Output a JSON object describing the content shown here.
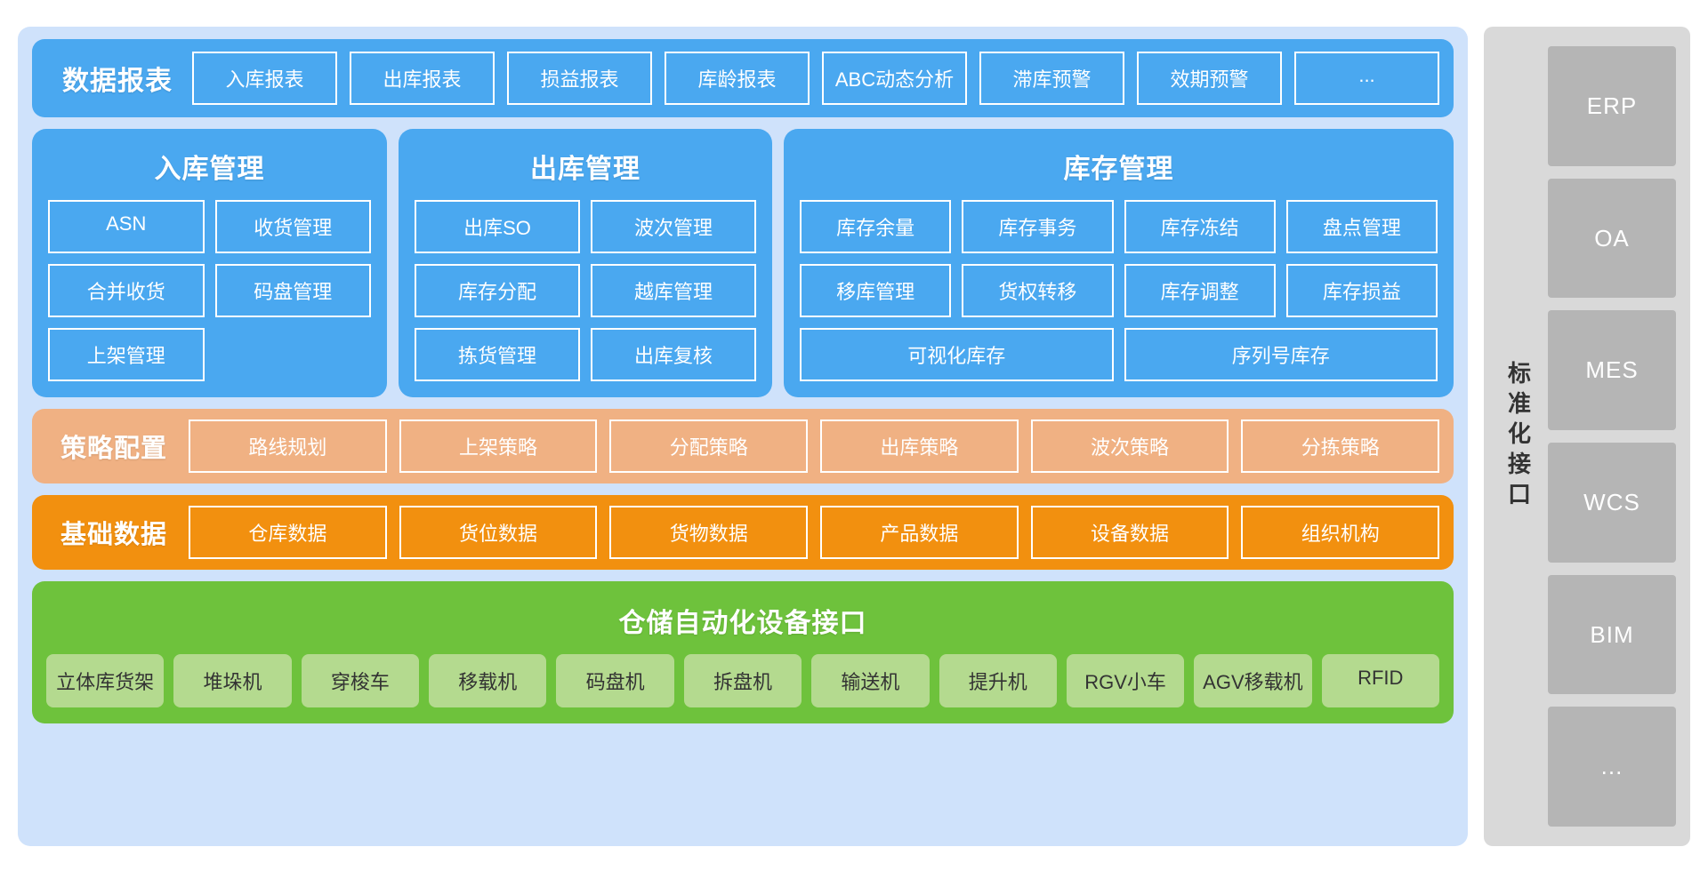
{
  "diagram": {
    "reports": {
      "title": "数据报表",
      "items": [
        "入库报表",
        "出库报表",
        "损益报表",
        "库龄报表",
        "ABC动态分析",
        "滞库预警",
        "效期预警",
        "..."
      ]
    },
    "management": [
      {
        "id": "inbound",
        "title": "入库管理",
        "items": [
          "ASN",
          "收货管理",
          "合并收货",
          "码盘管理",
          "上架管理",
          ""
        ]
      },
      {
        "id": "outbound",
        "title": "出库管理",
        "items": [
          "出库SO",
          "波次管理",
          "库存分配",
          "越库管理",
          "拣货管理",
          "出库复核"
        ]
      },
      {
        "id": "inventory",
        "title": "库存管理",
        "items": [
          "库存余量",
          "库存事务",
          "库存冻结",
          "盘点管理",
          "移库管理",
          "货权转移",
          "库存调整",
          "库存损益"
        ],
        "wide_items": [
          "可视化库存",
          "序列号库存"
        ]
      }
    ],
    "strategy": {
      "title": "策略配置",
      "items": [
        "路线规划",
        "上架策略",
        "分配策略",
        "出库策略",
        "波次策略",
        "分拣策略"
      ]
    },
    "basedata": {
      "title": "基础数据",
      "items": [
        "仓库数据",
        "货位数据",
        "货物数据",
        "产品数据",
        "设备数据",
        "组织机构"
      ]
    },
    "automation": {
      "title": "仓储自动化设备接口",
      "items": [
        "立体库货架",
        "堆垛机",
        "穿梭车",
        "移载机",
        "码盘机",
        "拆盘机",
        "输送机",
        "提升机",
        "RGV小车",
        "AGV移载机",
        "RFID"
      ]
    },
    "sidebar": {
      "label": "标准化接口",
      "items": [
        "ERP",
        "OA",
        "MES",
        "WCS",
        "BIM",
        "..."
      ]
    },
    "colors": {
      "panel_bg": "#cfe2fb",
      "blue": "#4aa8f0",
      "orange_light": "#f0b183",
      "orange": "#f2900f",
      "green": "#6ec23c",
      "green_chip": "#b4da8f",
      "sidebar_bg": "#d9d9d9",
      "sidebar_item": "#b5b5b5"
    }
  }
}
